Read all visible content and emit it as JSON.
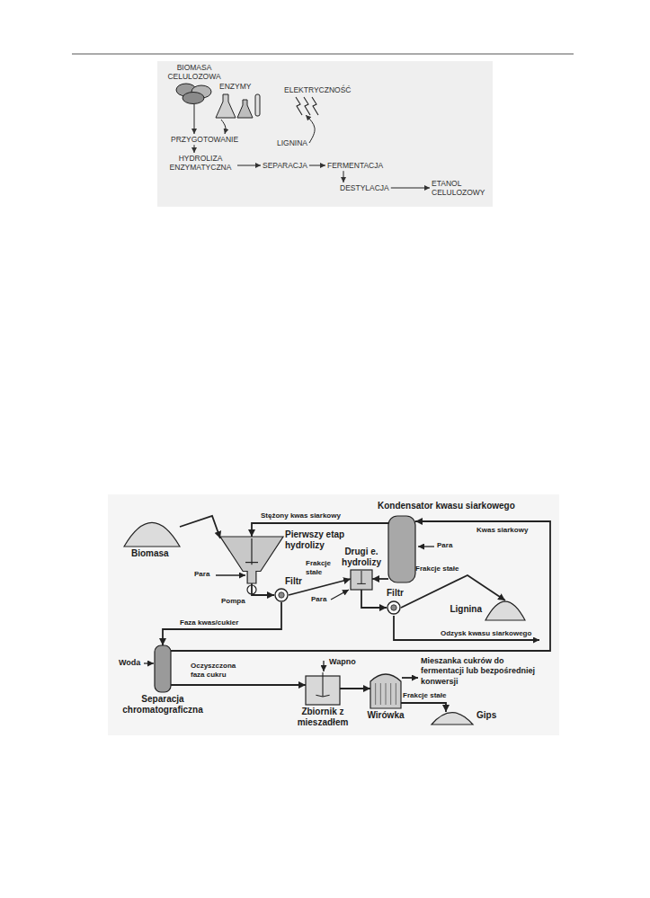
{
  "diagram": {
    "nodes": [
      {
        "text": [
          "BIOMASA CELULOZOWA"
        ]
      },
      {
        "text": [
          "ENZYMY"
        ]
      },
      {
        "text": [
          "ELEKTRYCZNOŚĆ"
        ]
      },
      {
        "text": [
          "PRZYGOTOWANIE"
        ]
      },
      {
        "text": [
          "LIGNINA"
        ]
      },
      {
        "text": [
          "HYDROLIZA ENZYMATYCZNA"
        ]
      },
      {
        "text": [
          "SEPARACJA"
        ]
      },
      {
        "text": [
          "FERMENTACJA"
        ]
      },
      {
        "text": [
          "DESTYLACJA"
        ]
      },
      {
        "text": [
          "ETANOL CELULOZOWY"
        ]
      },
      {
        "text": [
          "Biomasa"
        ]
      },
      {
        "text": [
          "Pierwszy etap hydrolizy"
        ]
      },
      {
        "text": [
          "Kondensator kwasu siarkowego"
        ]
      },
      {
        "text": [
          "Drugi e. hydrolizy"
        ]
      },
      {
        "text": [
          "Filtr"
        ]
      },
      {
        "text": [
          "Filtr"
        ]
      },
      {
        "text": [
          "Lignina"
        ]
      },
      {
        "text": [
          "Separacja chromatograficzna"
        ]
      },
      {
        "text": [
          "Zbiornik z mieszadłem"
        ]
      },
      {
        "text": [
          "Wirówka"
        ]
      },
      {
        "text": [
          "Gips"
        ]
      }
    ],
    "edges": [
      {
        "from": 0,
        "to": 3,
        "arrow": "to"
      },
      {
        "from": 1,
        "to": 3,
        "arrow": "to"
      },
      {
        "from": 3,
        "to": 5,
        "arrow": "to"
      },
      {
        "from": 5,
        "to": 6,
        "arrow": "to"
      },
      {
        "from": 4,
        "to": 2,
        "arrow": "to"
      },
      {
        "from": 6,
        "to": 7,
        "arrow": "to"
      },
      {
        "from": 7,
        "to": 8,
        "arrow": "to"
      },
      {
        "from": 8,
        "to": 9,
        "arrow": "to"
      },
      {
        "from": 10,
        "to": 11,
        "arrow": "to"
      },
      {
        "from": 12,
        "to": 11,
        "label": "Stężony kwas siarkowy",
        "arrow": "to"
      },
      {
        "from": 12,
        "to": 13,
        "arrow": "to"
      },
      {
        "from": 11,
        "to": 14,
        "arrow": "to"
      },
      {
        "from": 14,
        "to": 13,
        "label": "Frakcje stałe",
        "arrow": "to"
      },
      {
        "from": 13,
        "to": 15,
        "arrow": "to"
      },
      {
        "from": 15,
        "to": 16,
        "label": "Frakcje stałe",
        "arrow": "to"
      },
      {
        "from": 14,
        "to": 17,
        "label": "Faza kwas/cukier",
        "arrow": "to"
      },
      {
        "from": 17,
        "to": 12,
        "label": "Kwas siarkowy",
        "arrow": "to"
      },
      {
        "from": 17,
        "to": 18,
        "label": "Oczyszczona faza cukru",
        "arrow": "to"
      },
      {
        "from": 18,
        "to": 19,
        "arrow": "to"
      },
      {
        "from": 19,
        "to": 20,
        "label": "Frakcje stałe",
        "arrow": "to"
      }
    ],
    "labels": [
      "Para",
      "Para",
      "Pompa",
      "Para",
      "Odzysk kwasu siarkowego",
      "Woda",
      "Wapno",
      "Mieszanka cukrów do fermentacji lub bezpośredniej konwersji"
    ]
  }
}
